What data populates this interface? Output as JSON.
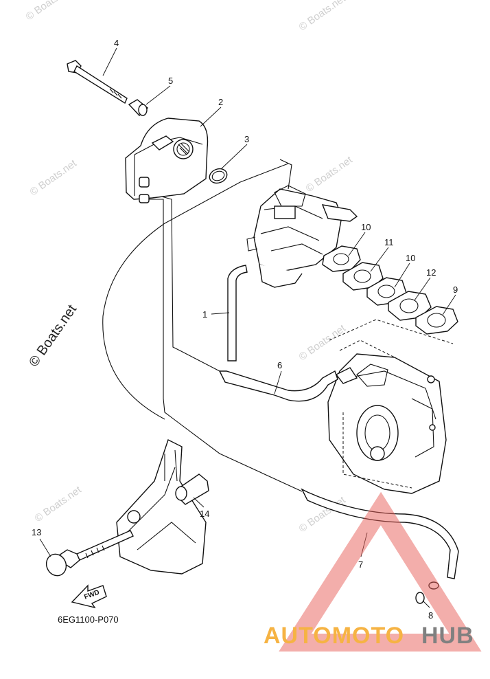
{
  "diagram": {
    "callouts": [
      {
        "id": "c1",
        "text": "1"
      },
      {
        "id": "c2",
        "text": "2"
      },
      {
        "id": "c3",
        "text": "3"
      },
      {
        "id": "c4",
        "text": "4"
      },
      {
        "id": "c5",
        "text": "5"
      },
      {
        "id": "c6",
        "text": "6"
      },
      {
        "id": "c7",
        "text": "7"
      },
      {
        "id": "c8",
        "text": "8"
      },
      {
        "id": "c9",
        "text": "9"
      },
      {
        "id": "c10a",
        "text": "10"
      },
      {
        "id": "c10b",
        "text": "10"
      },
      {
        "id": "c11",
        "text": "11"
      },
      {
        "id": "c12",
        "text": "12"
      },
      {
        "id": "c13",
        "text": "13"
      },
      {
        "id": "c14",
        "text": "14"
      }
    ],
    "fwd_label": "FWD",
    "drawing_code": "6EG1100-P070"
  },
  "watermarks": {
    "small": "© Boats.net",
    "large": "© Boats.net"
  },
  "logo": {
    "part1": "AUTOMOTO",
    "part2": "HUB",
    "colors": {
      "red": "#e8615a",
      "gray": "#6b6b6b",
      "orange": "#f5a623"
    }
  }
}
